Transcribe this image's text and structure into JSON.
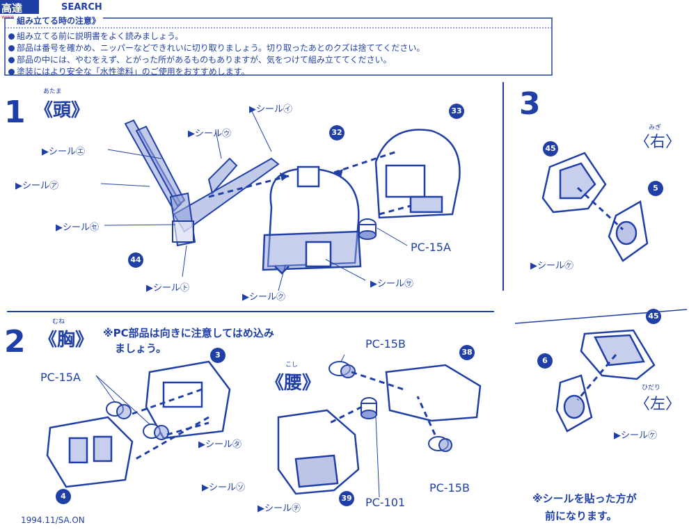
{
  "watermark": {
    "logo_text": "高達",
    "search_text": "SEARCH",
    "site_text": "www.gundam.cn"
  },
  "notice": {
    "title": "組み立てる時の注意》",
    "lines": [
      "組み立てる前に説明書をよく読みましょう。",
      "部品は番号を確かめ、ニッパーなどできれいに切り取りましょう。切り取ったあとのクズは捨ててください。",
      "部品の中には、やむをえず、とがった所があるものもありますが、気をつけて組み立ててください。",
      "塗装にはより安全な「水性塗料」のご使用をおすすめします。"
    ]
  },
  "step1": {
    "number": "1",
    "title": "《頭》",
    "title_ruby": "あたま",
    "labels": {
      "seal_i": "▶シール㋑",
      "seal_u": "▶シール㋒",
      "seal_e": "▶シール㋓",
      "seal_a": "▶シール㋐",
      "seal_se": "▶シール㋝",
      "seal_to": "▶シール㋣",
      "seal_ku": "▶シール㋗",
      "seal_sa": "▶シール㋚",
      "pc": "PC-15A"
    },
    "callouts": [
      "33",
      "32",
      "44"
    ]
  },
  "step2": {
    "number": "2",
    "title": "《胸》",
    "title_ruby": "むね",
    "note_line1": "※PC部品は向きに注意してはめ込み",
    "note_line2": "ましょう。",
    "waist_title": "《腰》",
    "waist_ruby": "こし",
    "labels": {
      "pc15a": "PC-15A",
      "pc15b_top": "PC-15B",
      "pc15b_bottom": "PC-15B",
      "pc101": "PC-101",
      "seal_ta": "▶シール㋟",
      "seal_so": "▶シール㋞",
      "seal_chi": "▶シール㋠"
    },
    "callouts": [
      "3",
      "4",
      "38",
      "39"
    ]
  },
  "step3": {
    "number": "3",
    "right_title": "〈右〉",
    "right_ruby": "みぎ",
    "left_title": "〈左〉",
    "left_ruby": "ひだり",
    "seal_ke_right": "▶シール㋘",
    "seal_ke_left": "▶シール㋘",
    "callouts": [
      "45",
      "5",
      "45",
      "6"
    ],
    "note_line1": "※シールを貼った方が",
    "note_line2": "前になります。"
  },
  "footer": {
    "code": "1994.11/SA.ON"
  },
  "colors": {
    "ink": "#1f3fa6",
    "shade": "#8f9fd9",
    "paper": "#ffffff"
  }
}
